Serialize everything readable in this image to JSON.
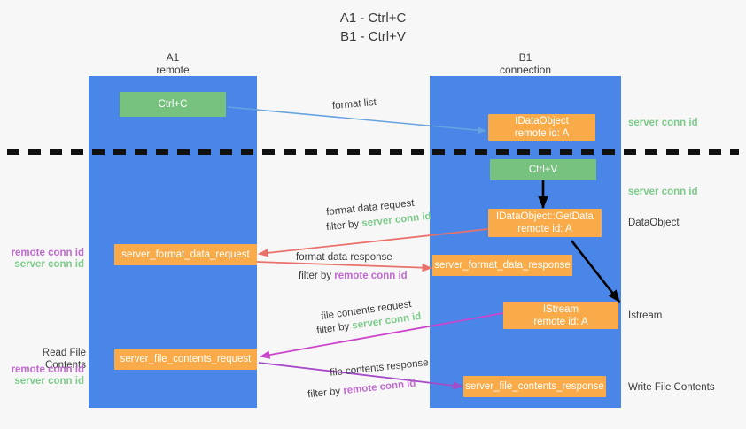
{
  "title": "A1 - Ctrl+C\nB1 - Ctrl+V",
  "columns": {
    "left": {
      "name": "A1",
      "sub": "remote",
      "label": "A1\nremote"
    },
    "right": {
      "name": "B1",
      "sub": "connection",
      "label": "B1\nconnection"
    }
  },
  "colors": {
    "lane": "#4a86e8",
    "green_box": "#76c27e",
    "orange_box": "#f9ab4a",
    "server_conn_id": "#7ccb8a",
    "remote_conn_id": "#c06ad0",
    "blue_arrow": "#66a3e0",
    "red_arrow": "#e8726b",
    "magenta_arrow": "#cc44cc",
    "purple_arrow": "#a64ac9",
    "black_arrow": "#000000",
    "dash_line": "#111111",
    "background": "#f7f7f7"
  },
  "nodes": {
    "ctrl_c": {
      "label": "Ctrl+C",
      "color": "green"
    },
    "idataobject": {
      "label": "IDataObject\nremote id: A",
      "color": "orange"
    },
    "ctrl_v": {
      "label": "Ctrl+V",
      "color": "green"
    },
    "idataobject_getdata": {
      "label": "IDataObject::GetData\nremote id: A",
      "color": "orange"
    },
    "server_format_data_request": {
      "label": "server_format_data_request",
      "color": "orange"
    },
    "server_format_data_response": {
      "label": "server_format_data_response",
      "color": "orange"
    },
    "istream": {
      "label": "IStream\nremote id: A",
      "color": "orange"
    },
    "server_file_contents_request": {
      "label": "server_file_contents_request",
      "color": "orange"
    },
    "server_file_contents_response": {
      "label": "server_file_contents_response",
      "color": "orange"
    }
  },
  "edge_labels": {
    "format_list": {
      "text": "format list"
    },
    "format_data_request": {
      "line1": "format data request",
      "prefix": "filter by ",
      "tag": "server conn id",
      "tag_kind": "server"
    },
    "format_data_response": {
      "line1": "format data response",
      "prefix": "filter by ",
      "tag": "remote conn id",
      "tag_kind": "remote"
    },
    "file_contents_request": {
      "line1": "file contents request",
      "prefix": "filter by ",
      "tag": "server conn id",
      "tag_kind": "server"
    },
    "file_contents_response": {
      "line1": "file contents response",
      "prefix": "filter by ",
      "tag": "remote conn id",
      "tag_kind": "remote"
    }
  },
  "annotations": {
    "right_server_conn_id_1": "server conn id",
    "right_server_conn_id_2": "server conn id",
    "right_dataobject": "DataObject",
    "right_istream": "Istream",
    "right_write_file_contents": "Write File Contents",
    "left_remote_conn_id_1": "remote conn id",
    "left_server_conn_id_1": "server conn id",
    "left_read_file_contents": "Read File Contents",
    "left_remote_conn_id_2": "remote conn id",
    "left_server_conn_id_2": "server conn id"
  }
}
